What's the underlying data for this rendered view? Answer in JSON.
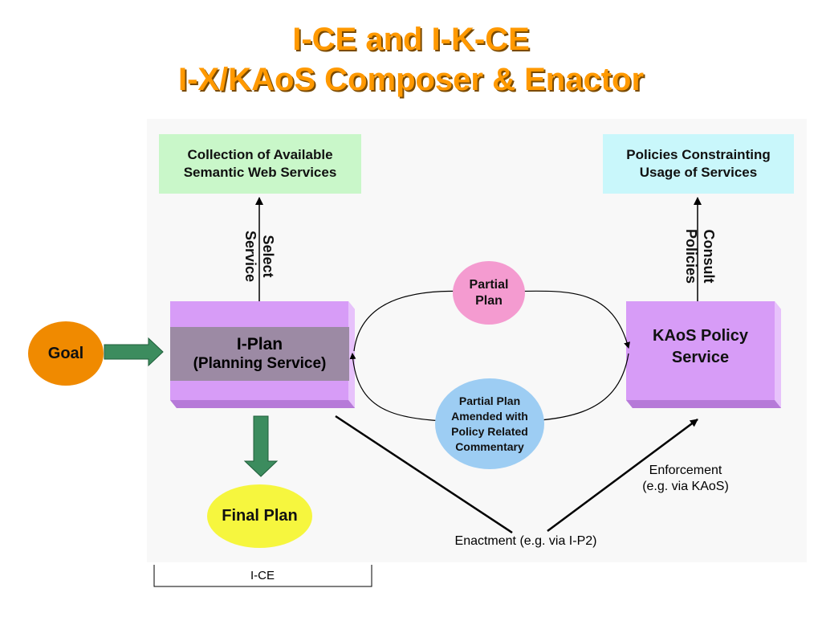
{
  "title": {
    "line1": "I-CE and I-K-CE",
    "line2": "I-X/KAoS Composer & Enactor"
  },
  "nodes": {
    "semantic_services": "Collection of Available\nSemantic Web Services",
    "policies": "Policies Constrainting\nUsage of Services",
    "goal": "Goal",
    "iplan_title": "I-Plan",
    "iplan_subtitle": "(Planning Service)",
    "kaos": "KAoS Policy\nService",
    "final_plan": "Final Plan",
    "partial_plan": "Partial\nPlan",
    "amended_plan": "Partial Plan\nAmended with\nPolicy Related\nCommentary"
  },
  "edges": {
    "select_service": "Select\nService",
    "consult_policies": "Consult\nPolicies",
    "enactment": "Enactment (e.g. via I-P2)",
    "enforcement": "Enforcement\n(e.g. via KAoS)"
  },
  "bracket_label": "I-CE",
  "colors": {
    "title": "#ff9900",
    "semantic_box": "#c9f7c9",
    "policy_box": "#c9f7fb",
    "service_box": "#d79cf7",
    "iplan_band": "#9c8aa4",
    "goal": "#f08a00",
    "final_plan": "#f6f63e",
    "partial_plan": "#f49bd0",
    "amended_plan": "#9dcdf3",
    "flow_arrow": "#3c8c5e"
  }
}
